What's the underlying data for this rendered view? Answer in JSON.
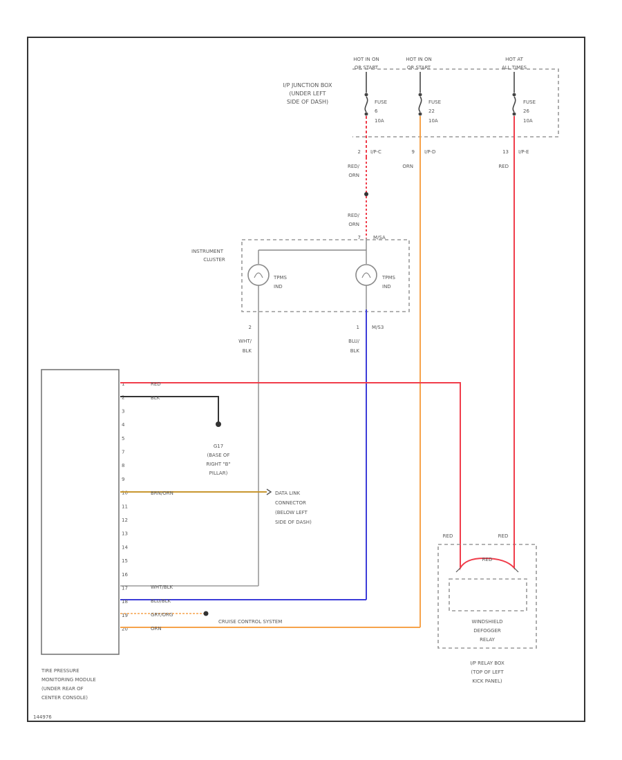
{
  "colors": {
    "red": "#f03c4a",
    "orange": "#f6a24a",
    "blue": "#3b3bd9",
    "black": "#333333",
    "tan": "#c8962e",
    "gray": "#9a9a9a"
  },
  "junction_box": {
    "name_lines": [
      "I/P JUNCTION BOX",
      "(UNDER LEFT",
      "SIDE OF DASH)"
    ],
    "hot_labels": [
      [
        "HOT IN ON",
        "OR START"
      ],
      [
        "HOT IN ON",
        "OR START"
      ],
      [
        "HOT AT",
        "ALL TIMES"
      ]
    ],
    "fuses": [
      {
        "lines": [
          "FUSE",
          "6",
          "10A"
        ]
      },
      {
        "lines": [
          "FUSE",
          "22",
          "10A"
        ]
      },
      {
        "lines": [
          "FUSE",
          "26",
          "10A"
        ]
      }
    ],
    "connectors": [
      "2",
      "I/P-C",
      "9",
      "I/P-D",
      "13",
      "I/P-E"
    ]
  },
  "wires": {
    "red_orn_1": [
      "RED/",
      "ORN"
    ],
    "red_orn_2": [
      "RED/",
      "ORN"
    ],
    "orn": "ORN",
    "red": "RED",
    "wht_blk": [
      "WHT/",
      "BLK"
    ],
    "blu_blk": [
      "BLU/",
      "BLK"
    ]
  },
  "cluster": {
    "name_lines": [
      "INSTRUMENT",
      "CLUSTER"
    ],
    "connector_top": "7",
    "connector_top_id": "M/SA",
    "ind1": [
      "TPMS",
      "IND"
    ],
    "ind2": [
      "TPMS",
      "IND"
    ],
    "pin_left": "2",
    "pin_right": "1",
    "pin_right_id": "M/S3"
  },
  "module": {
    "name_lines": [
      "TIRE PRESSURE",
      "MONITORING MODULE",
      "(UNDER REAR OF",
      "CENTER CONSOLE)"
    ],
    "pins": [
      "1",
      "2",
      "3",
      "4",
      "5",
      "7",
      "8",
      "9",
      "10",
      "11",
      "12",
      "13",
      "14",
      "15",
      "16",
      "17",
      "18",
      "19",
      "20"
    ],
    "pin_wires": {
      "p1": "RED",
      "p2": "BLK",
      "p9": "BRN/ORN",
      "p16": "WHT/BLK",
      "p17": "BLU/BLK",
      "p18": "GRY/ORG",
      "p19": "ORN"
    }
  },
  "ground": {
    "lines": [
      "G17",
      "(BASE OF",
      "RIGHT \"B\"",
      "PILLAR)"
    ]
  },
  "dlc": {
    "lines": [
      "DATA LINK",
      "CONNECTOR",
      "(BELOW LEFT",
      "SIDE OF DASH)"
    ]
  },
  "cruise": "CRUISE CONTROL SYSTEM",
  "relay": {
    "wire_left": "RED",
    "wire_right": "RED",
    "jumper": "RED",
    "name_lines": [
      "WINDSHIELD",
      "DEFOGGER",
      "RELAY"
    ],
    "box_lines": [
      "I/P RELAY BOX",
      "(TOP OF LEFT",
      "KICK PANEL)"
    ]
  },
  "footer_id": "144976"
}
